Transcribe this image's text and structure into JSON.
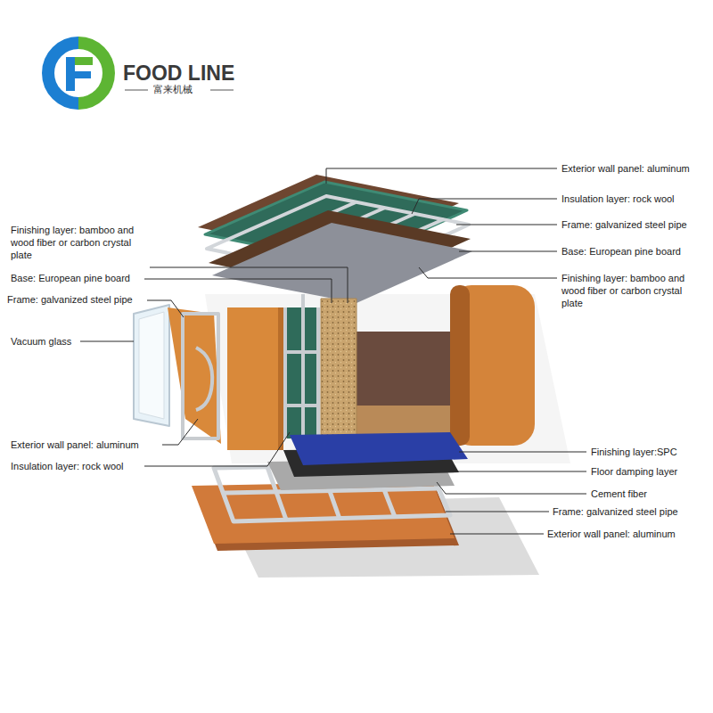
{
  "diagram": {
    "labels": [
      "FOOD LINE",
      "富来机械",
      "Exterior wall panel: aluminum",
      "Insulation layer: rock wool",
      "Frame: galvanized steel pipe",
      "Finishing layer: bamboo and wood fiber or carbon crystal plate",
      "Base: European pine board",
      "Base: European pine board",
      "Finishing layer: bamboo and wood fiber or carbon crystal plate",
      "Frame: galvanized steel pipe",
      "Vacuum glass",
      "Exterior wall panel: aluminum",
      "Finishing layer:SPC",
      "Insulation layer: rock wool",
      "Floor damping layer",
      "Cement fiber",
      "Frame: galvanized steel pipe",
      "Exterior wall panel: aluminum"
    ]
  }
}
